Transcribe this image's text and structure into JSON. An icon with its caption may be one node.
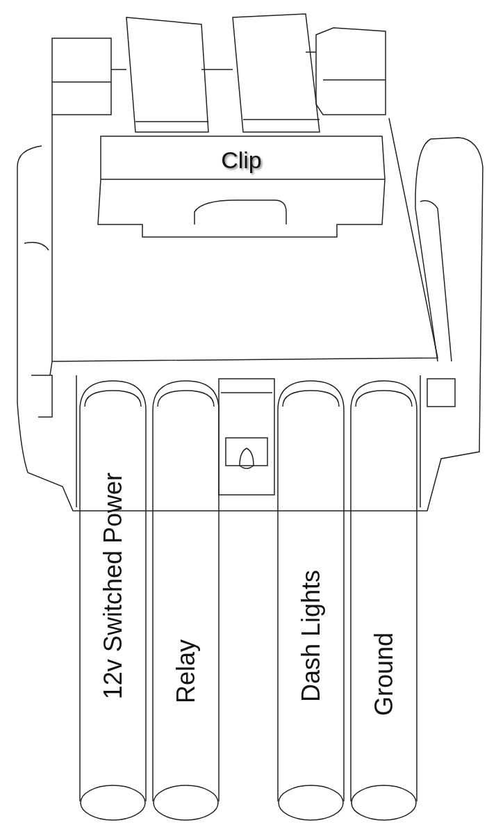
{
  "diagram": {
    "nodes": [
      {
        "text": [
          "Clip"
        ]
      },
      {
        "text": [
          "12v Switched Power"
        ]
      },
      {
        "text": [
          "Relay"
        ]
      },
      {
        "text": [
          "Dash Lights"
        ]
      },
      {
        "text": [
          "Ground"
        ]
      }
    ]
  }
}
